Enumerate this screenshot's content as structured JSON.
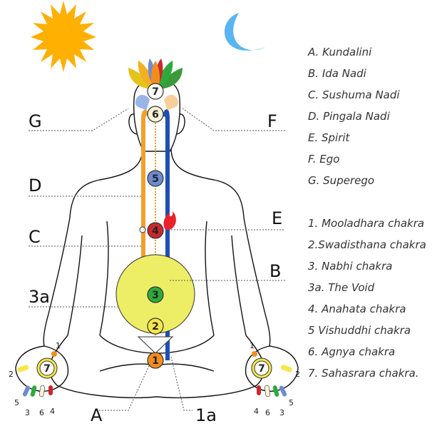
{
  "legend_letters": [
    "A. Kundalini",
    "B. Ida Nadi",
    "C. Sushuma Nadi",
    "D. Pingala Nadi",
    "E. Spirit",
    "F. Ego",
    "G. Superego"
  ],
  "legend_chakras": [
    "1. Mooladhara chakra",
    "2.Swadisthana chakra",
    "3. Nabhi chakra",
    "3a. The Void",
    "4. Anahata chakra",
    "5 Vishuddhi chakra",
    "6. Agnya chakra",
    "7. Sahasrara chakra."
  ],
  "side_labels": {
    "g": "G",
    "f": "F",
    "d": "D",
    "c": "C",
    "e": "E",
    "b": "B",
    "void": "3a",
    "a": "A",
    "a1": "1a"
  },
  "chakra_numbers": {
    "c1": "1",
    "c2": "2",
    "c3": "3",
    "c4": "4",
    "c5": "5",
    "c6": "6",
    "c7": "7"
  },
  "hand_numbers": {
    "one": "1",
    "two": "2",
    "three": "3",
    "four": "4",
    "five": "5",
    "six": "6",
    "seven": "7"
  },
  "colors": {
    "sun": "#FFB000",
    "moon": "#5AB4F0",
    "pingala": "#F0A030",
    "ida": "#1E4FB4",
    "void": "#EEEE66",
    "chakra1": "#F28C1E",
    "chakra2": "#F5E74A",
    "chakra3": "#2EAA3C",
    "chakra4": "#C8282D",
    "chakra5": "#6E8CD2",
    "chakra6": "#F7F3D6",
    "chakra7": "#FFFFFF"
  },
  "icons": [
    "sun-icon",
    "moon-icon",
    "lotus-crown-icon",
    "flame-icon"
  ]
}
